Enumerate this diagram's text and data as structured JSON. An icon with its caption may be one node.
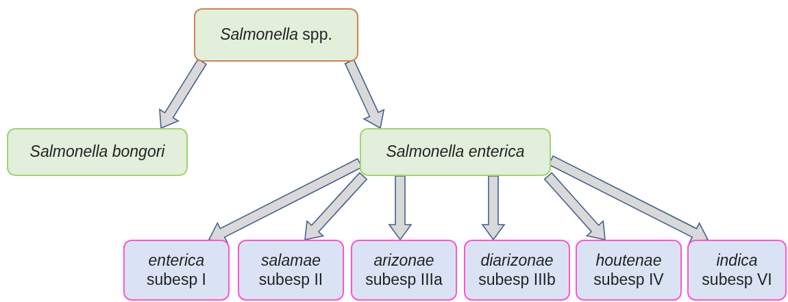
{
  "diagram": {
    "nodes": [
      {
        "text": [
          "*Salmonella* spp."
        ]
      },
      {
        "text": [
          "Salmonella bongori"
        ]
      },
      {
        "text": [
          "Salmonella enterica"
        ]
      },
      {
        "text": [
          "*enterica* subesp I"
        ]
      },
      {
        "text": [
          "*salamae* subesp II"
        ]
      },
      {
        "text": [
          "*arizonae* subesp IIIa"
        ]
      },
      {
        "text": [
          "*diarizonae* subesp IIIb"
        ]
      },
      {
        "text": [
          "*houtenae* subesp IV"
        ]
      },
      {
        "text": [
          "*indica* subesp VI"
        ]
      }
    ],
    "edges": [
      {
        "from": 0,
        "to": 1,
        "arrow": "to"
      },
      {
        "from": 0,
        "to": 2,
        "arrow": "to"
      },
      {
        "from": 2,
        "to": 3,
        "arrow": "to"
      },
      {
        "from": 2,
        "to": 4,
        "arrow": "to"
      },
      {
        "from": 2,
        "to": 5,
        "arrow": "to"
      },
      {
        "from": 2,
        "to": 6,
        "arrow": "to"
      },
      {
        "from": 2,
        "to": 7,
        "arrow": "to"
      },
      {
        "from": 2,
        "to": 8,
        "arrow": "to"
      }
    ]
  }
}
